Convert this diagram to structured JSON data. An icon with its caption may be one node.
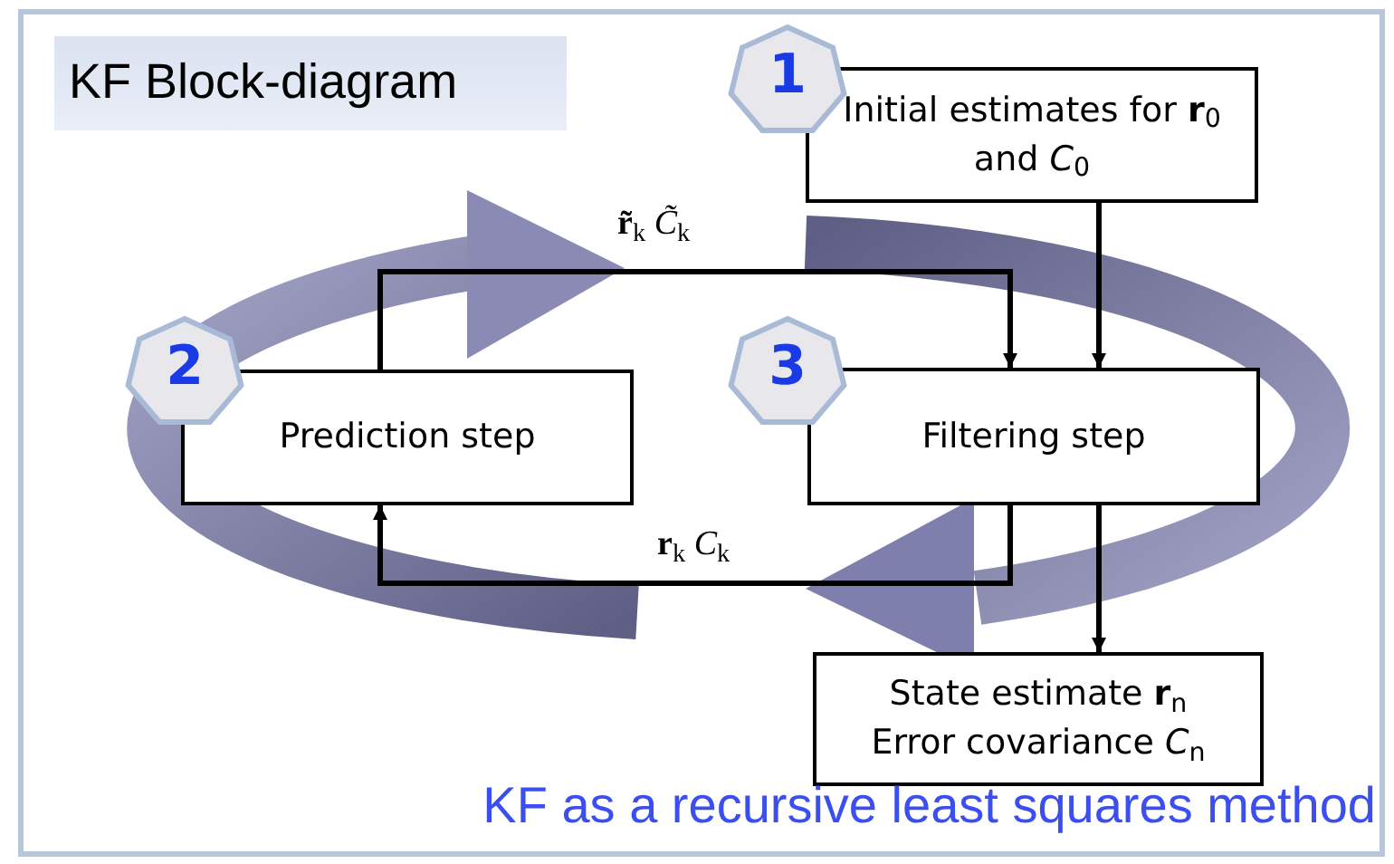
{
  "diagram": {
    "title": "KF Block-diagram",
    "caption": "KF as a recursive least squares method",
    "nodes": [
      {
        "text": [
          "Initial estimates for **r**$_{0}$ and *C*$_{0}$"
        ]
      },
      {
        "text": [
          "Prediction step"
        ]
      },
      {
        "text": [
          "Filtering step"
        ]
      },
      {
        "text": [
          "State estimate **r**$_{n}$",
          "Error covariance *C*$_{n}$"
        ]
      },
      {
        "text": [
          "1"
        ]
      },
      {
        "text": [
          "2"
        ]
      },
      {
        "text": [
          "3"
        ]
      }
    ],
    "edges": [
      {
        "from": 0,
        "to": 2,
        "arrow": "to"
      },
      {
        "from": 1,
        "to": 2,
        "arrow": "to",
        "label": "**r̃**$_{k}$ *C̃*$_{k}$"
      },
      {
        "from": 2,
        "to": 1,
        "arrow": "to",
        "label": "**r**$_{k}$ *C*$_{k}$"
      },
      {
        "from": 2,
        "to": 3,
        "arrow": "to"
      }
    ]
  }
}
